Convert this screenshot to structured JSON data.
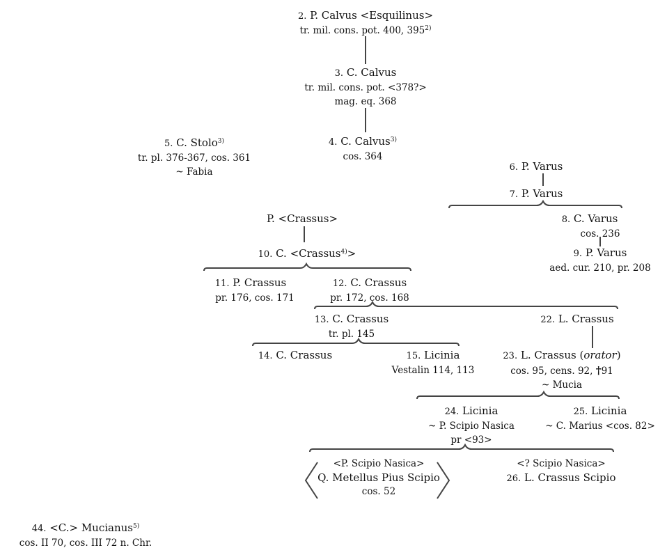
{
  "nodes": {
    "n2": {
      "num": "2.",
      "name": "P. Calvus <Esquilinus>",
      "office": "tr. mil. cons. pot. 400, 395",
      "office_sup": "2)"
    },
    "n3": {
      "num": "3.",
      "name": "C. Calvus",
      "office": "tr. mil. cons. pot. <378?>",
      "office2": "mag. eq. 368"
    },
    "n4": {
      "num": "4.",
      "name": "C. Calvus",
      "name_sup": "3)",
      "office": "cos. 364"
    },
    "n5": {
      "num": "5.",
      "name": "C. Stolo",
      "name_sup": "3)",
      "office": "tr. pl. 376-367, cos. 361",
      "spouse": "~ Fabia"
    },
    "n6": {
      "num": "6.",
      "name": "P. Varus"
    },
    "n7": {
      "num": "7.",
      "name": "P. Varus"
    },
    "n8": {
      "num": "8.",
      "name": "C. Varus",
      "office": "cos. 236"
    },
    "n9": {
      "num": "9.",
      "name": "P. Varus",
      "office": "aed. cur. 210, pr. 208"
    },
    "np": {
      "name": "P. <Crassus>"
    },
    "n10": {
      "num": "10.",
      "name_a": "C. <Crassus",
      "name_sup": "4)",
      "name_b": ">"
    },
    "n11": {
      "num": "11.",
      "name": "P. Crassus",
      "office": "pr. 176, cos. 171"
    },
    "n12": {
      "num": "12.",
      "name": "C. Crassus",
      "office": "pr. 172, cos. 168"
    },
    "n13": {
      "num": "13.",
      "name": "C. Crassus",
      "office": "tr. pl. 145"
    },
    "n22": {
      "num": "22.",
      "name": "L. Crassus"
    },
    "n14": {
      "num": "14.",
      "name": "C. Crassus"
    },
    "n15": {
      "num": "15.",
      "name": "Licinia",
      "office": "Vestalin 114, 113"
    },
    "n23": {
      "num": "23.",
      "name_a": "L. Crassus (",
      "name_it": "orator",
      "name_b": ")",
      "office_a": "cos. 95, cens. 92, ",
      "dagger": "†",
      "office_b": "91",
      "spouse": "~ Mucia"
    },
    "n24": {
      "num": "24.",
      "name": "Licinia",
      "spouse": "~ P. Scipio Nasica",
      "office": "pr <93>"
    },
    "n25": {
      "num": "25.",
      "name": "Licinia",
      "spouse": "~ C. Marius <cos. 82>"
    },
    "nq": {
      "pre": "<P. Scipio Nasica>",
      "name": "Q. Metellus Pius Scipio",
      "office": "cos. 52"
    },
    "n26": {
      "pre": "<? Scipio Nasica>",
      "num": "26.",
      "name": "L. Crassus Scipio"
    },
    "n44": {
      "num": "44.",
      "name": "<C.> Mucianus",
      "name_sup": "5)",
      "office": "cos. II 70, cos. III 72 n. Chr."
    }
  }
}
